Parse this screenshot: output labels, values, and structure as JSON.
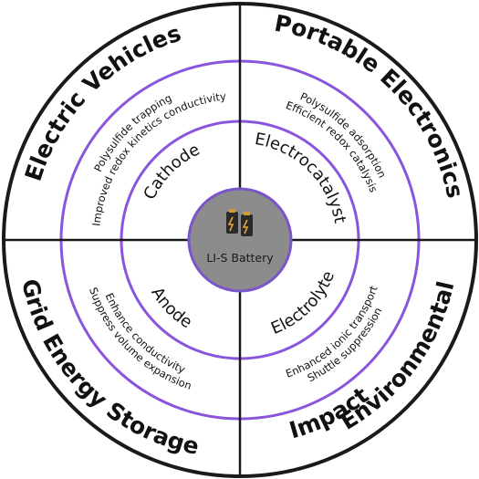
{
  "colors": {
    "outer_ring": "#1a1a1a",
    "purple_ring": "#8a55dd",
    "divider": "#1a1a1a",
    "center_fill": "#8c8c8c",
    "background": "#ffffff"
  },
  "center": {
    "label": "LI-S Battery",
    "icon": "battery-icon"
  },
  "quadrants": {
    "top_left": {
      "title": "Electric Vehicles",
      "component": "Cathode",
      "benefits": [
        "Polysulfide trapping",
        "Improved redox kinetics conductivity"
      ]
    },
    "top_right": {
      "title": "Portable Electronics",
      "component": "Electrocatalyst",
      "benefits": [
        "Polysulfide adsorption",
        "Efficient redox catalysis"
      ]
    },
    "bottom_right": {
      "title_line1": "Environmental",
      "title_line2": "Impact",
      "component": "Electrolyte",
      "benefits": [
        "Enhanced ionic transport",
        "Shuttle suppression"
      ]
    },
    "bottom_left": {
      "title": "Grid Energy Storage",
      "component": "Anode",
      "benefits": [
        "Enhance conductivity",
        "Suppress volume expansion"
      ]
    }
  }
}
